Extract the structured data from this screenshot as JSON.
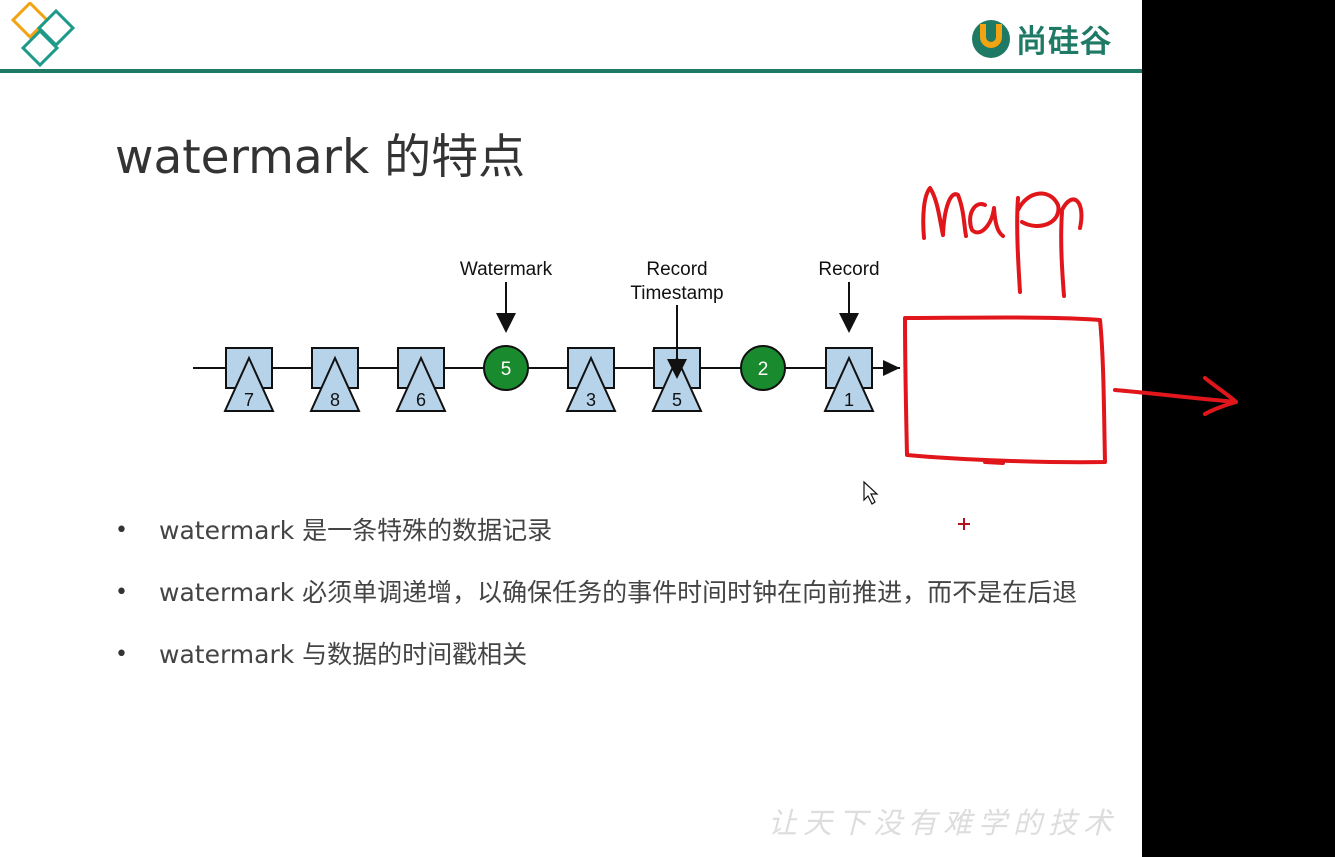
{
  "slide": {
    "title": "watermark 的特点",
    "brand_name": "尚硅谷",
    "footer_slogan": "让天下没有难学的技术"
  },
  "diagram": {
    "labels": {
      "watermark": "Watermark",
      "record_timestamp_line1": "Record",
      "record_timestamp_line2": "Timestamp",
      "record": "Record"
    },
    "stream": [
      {
        "kind": "record",
        "timestamp": "7"
      },
      {
        "kind": "record",
        "timestamp": "8"
      },
      {
        "kind": "record",
        "timestamp": "6"
      },
      {
        "kind": "watermark",
        "value": "5"
      },
      {
        "kind": "record",
        "timestamp": "3"
      },
      {
        "kind": "record",
        "timestamp": "5"
      },
      {
        "kind": "watermark",
        "value": "2"
      },
      {
        "kind": "record",
        "timestamp": "1"
      }
    ]
  },
  "bullets": [
    {
      "marker": "•",
      "text": "watermark 是一条特殊的数据记录"
    },
    {
      "marker": "•",
      "text": "watermark 必须单调递增，以确保任务的事件时间时钟在向前推进，而不是在后退"
    },
    {
      "marker": "•",
      "text": "watermark 与数据的时间戳相关"
    }
  ],
  "colors": {
    "accent": "#1e7a64",
    "record_fill": "#b7d3ea",
    "watermark_fill": "#1a8a2e",
    "ink": "#e0161b"
  },
  "annotation": {
    "handwritten_text": "map"
  }
}
